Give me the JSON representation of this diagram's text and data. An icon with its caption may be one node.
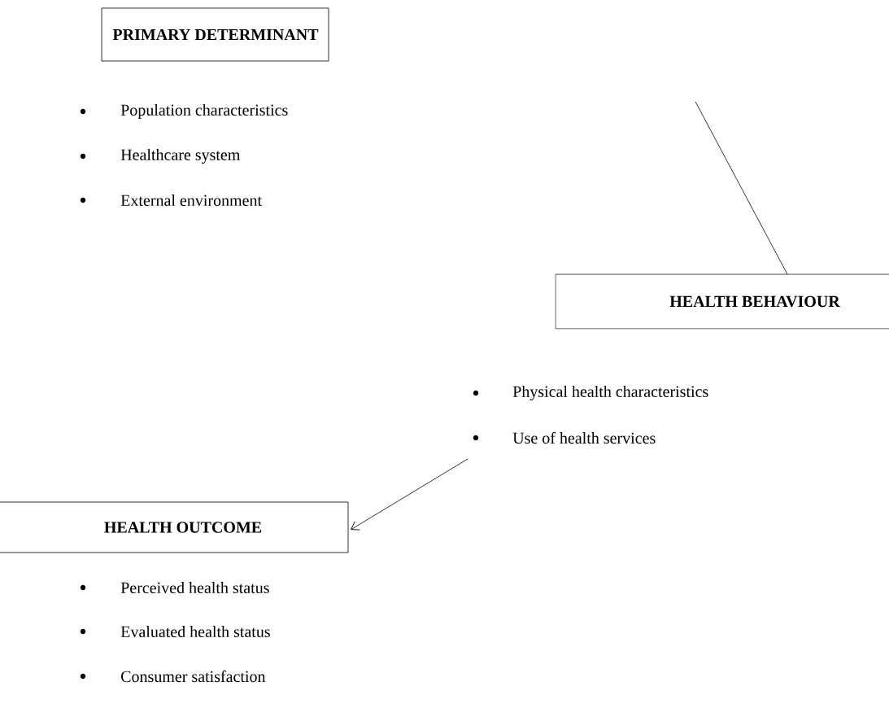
{
  "diagram": {
    "nodes": [
      {
        "text": [
          "PRIMARY DETERMINANT"
        ],
        "beside": [
          "Population characteristics",
          "Healthcare system",
          "External environment"
        ]
      },
      {
        "text": [
          "HEALTH BEHAVIOUR"
        ],
        "beside": [
          "Physical health characteristics",
          "Use of health services"
        ]
      },
      {
        "text": [
          "HEALTH OUTCOME"
        ],
        "beside": [
          "Perceived health status",
          "Evaluated health status",
          "Consumer satisfaction"
        ]
      }
    ],
    "edges": [
      {
        "from": null,
        "to": 1,
        "arrow": "none"
      },
      {
        "from": null,
        "to": 2,
        "arrow": "to"
      }
    ]
  }
}
